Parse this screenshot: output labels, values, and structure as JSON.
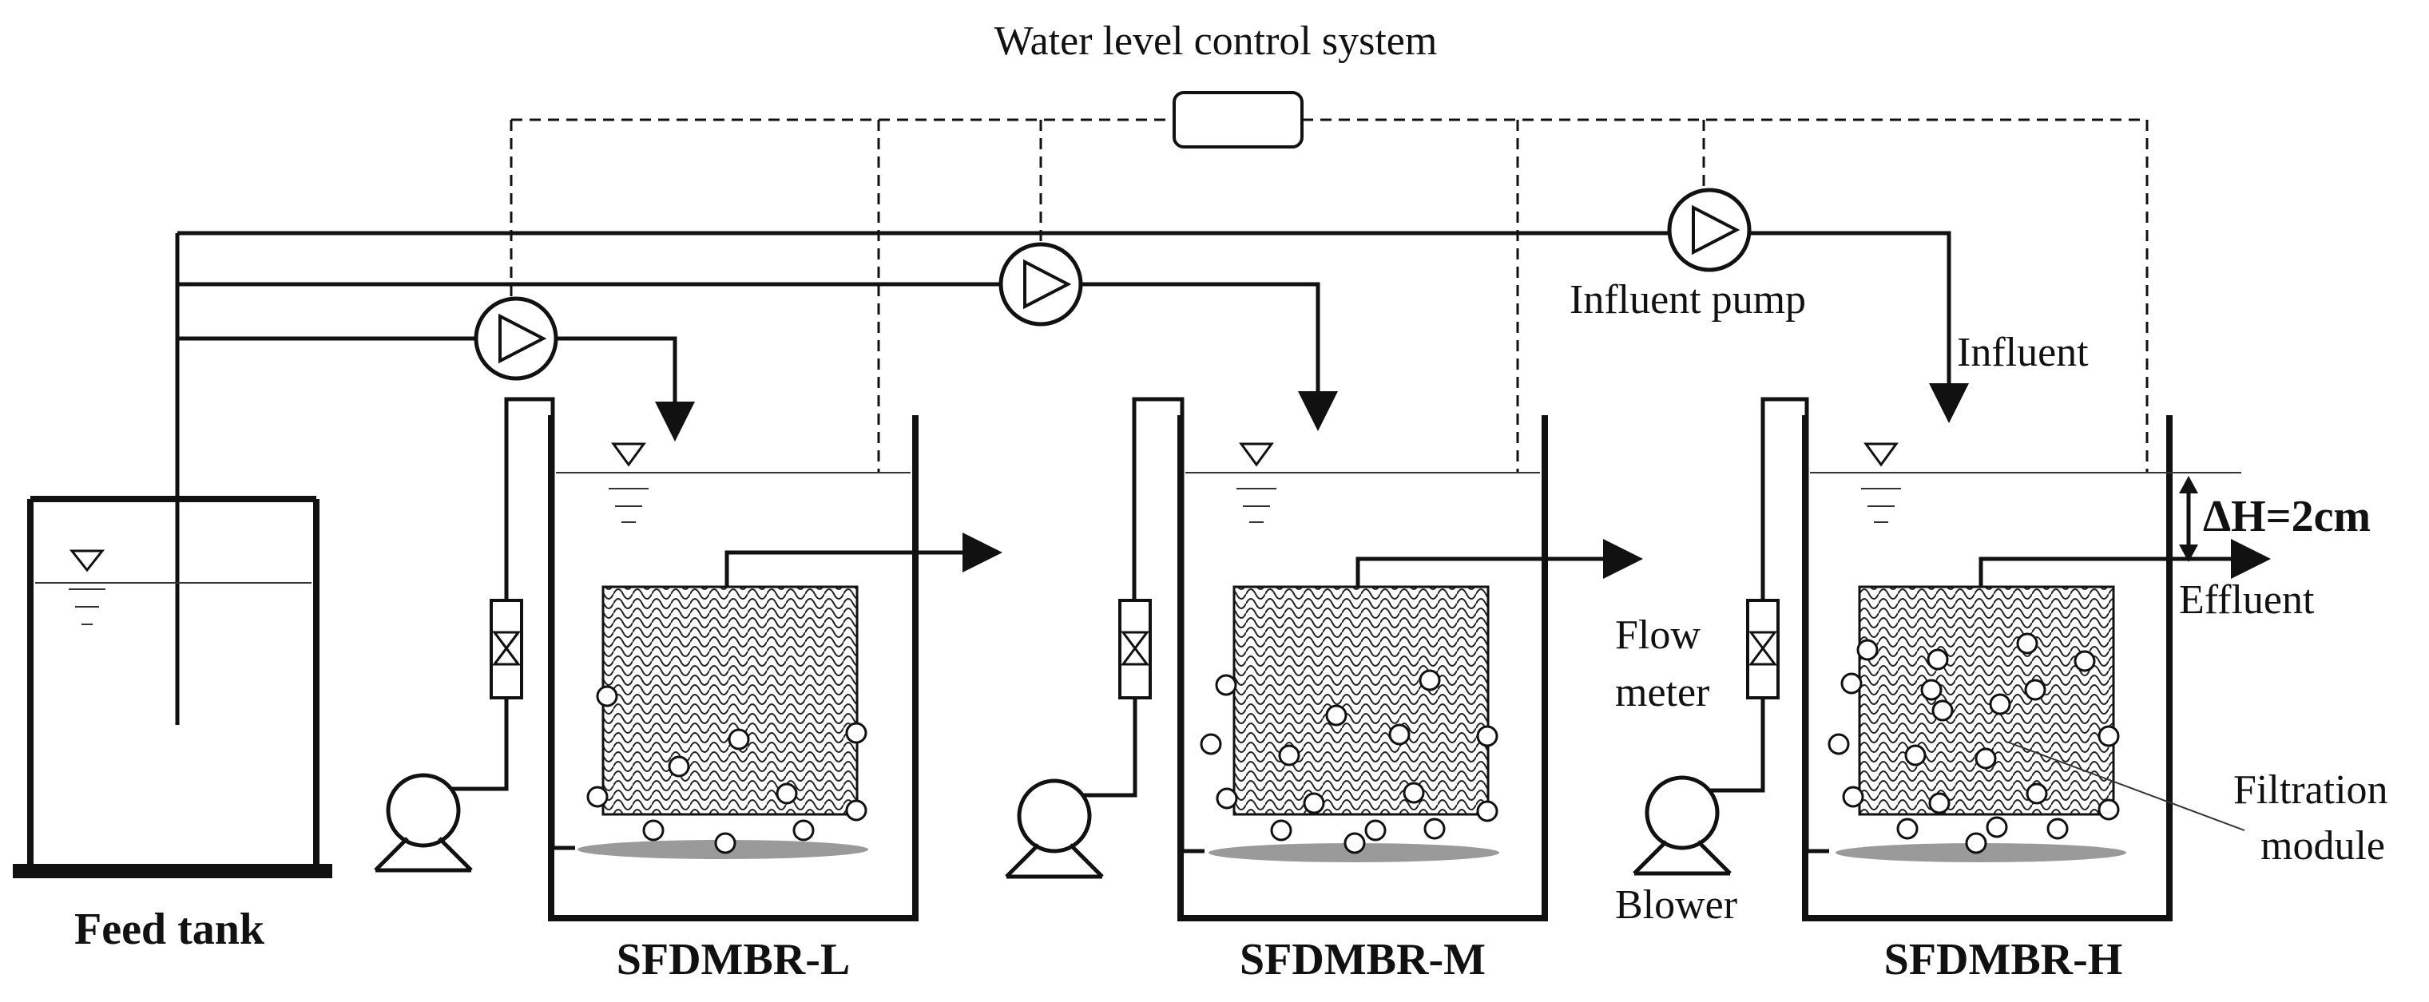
{
  "labels": {
    "control_system": "Water level control system",
    "influent_pump": "Influent pump",
    "influent": "Influent",
    "effluent": "Effluent",
    "delta_h": "ΔH=2cm",
    "flow_meter_line1": "Flow",
    "flow_meter_line2": "meter",
    "blower": "Blower",
    "filtration_line1": "Filtration",
    "filtration_line2": "module",
    "feed_tank": "Feed tank"
  },
  "reactors": [
    {
      "name": "SFDMBR-L"
    },
    {
      "name": "SFDMBR-M"
    },
    {
      "name": "SFDMBR-H"
    }
  ]
}
